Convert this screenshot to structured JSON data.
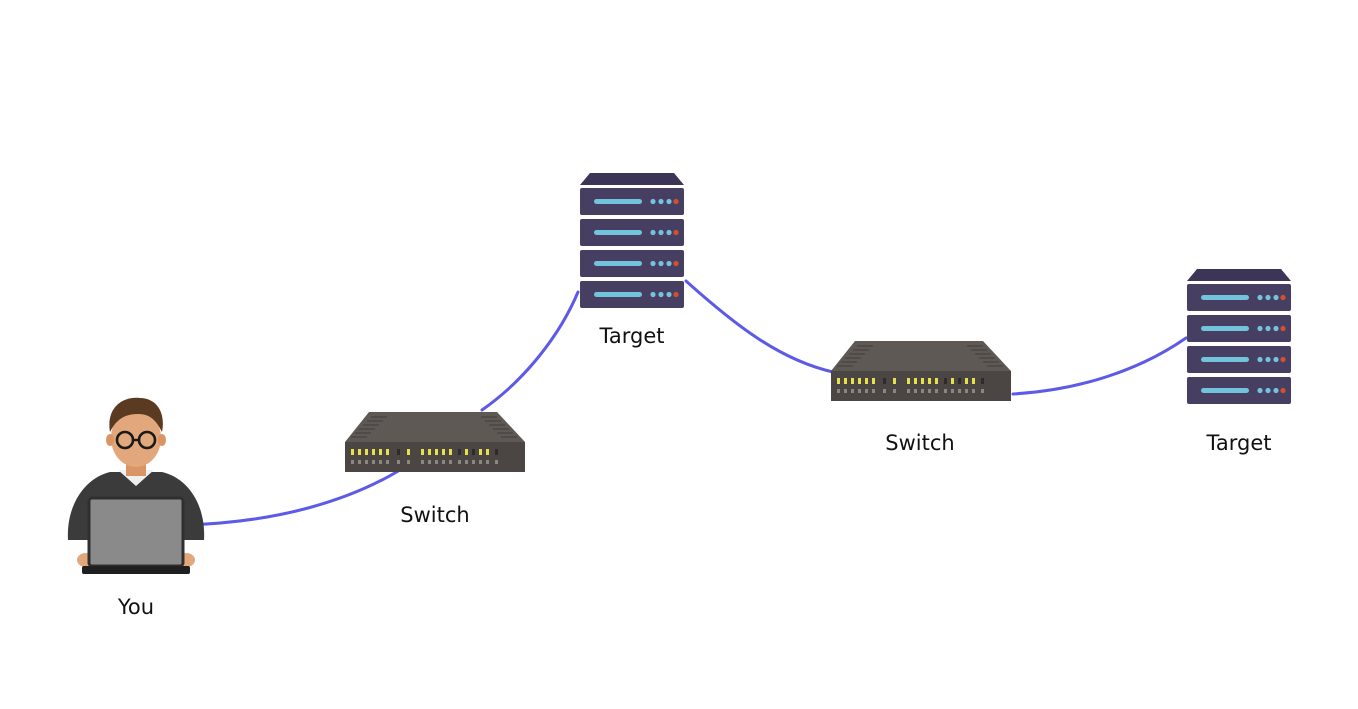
{
  "nodes": {
    "you": {
      "label": "You",
      "kind": "user-laptop"
    },
    "switch_1": {
      "label": "Switch",
      "kind": "network-switch"
    },
    "target_1": {
      "label": "Target",
      "kind": "server"
    },
    "switch_2": {
      "label": "Switch",
      "kind": "network-switch"
    },
    "target_2": {
      "label": "Target",
      "kind": "server"
    }
  },
  "links": [
    {
      "from": "you",
      "to": "switch_1"
    },
    {
      "from": "switch_1",
      "to": "target_1"
    },
    {
      "from": "target_1",
      "to": "switch_2"
    },
    {
      "from": "switch_2",
      "to": "target_2"
    }
  ],
  "colors": {
    "link": "#5c5ae6",
    "server_body": "#463f62",
    "server_top": "#3c3556",
    "server_bar": "#74c3dc",
    "server_dot_blue": "#74c3dc",
    "server_dot_red": "#d2502d",
    "switch_top": "#5f5955",
    "switch_front": "#4b4643",
    "switch_led": "#e6e04b",
    "laptop": "#8a8a8a",
    "shirt": "#3b3b3b",
    "skin": "#e3a77c",
    "hair": "#5b3a22"
  }
}
